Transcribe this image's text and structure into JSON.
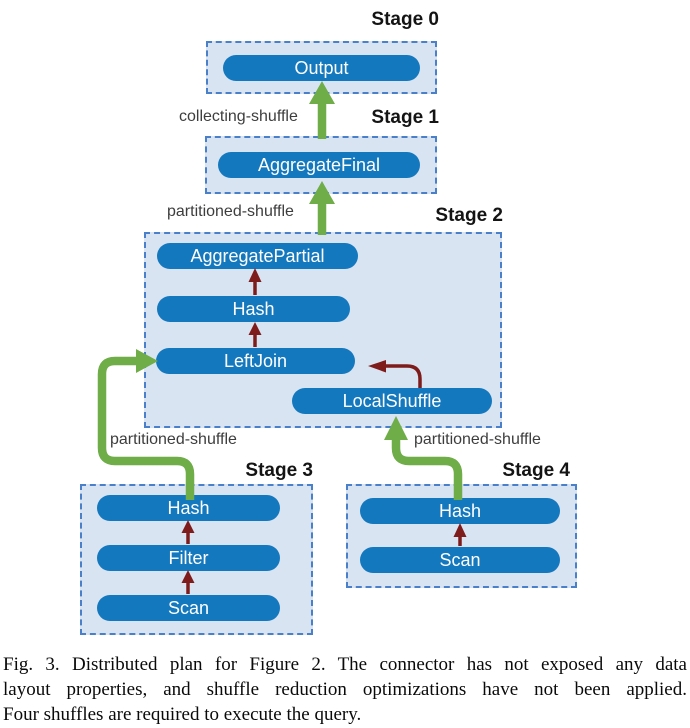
{
  "figure": {
    "stages": [
      {
        "label": "Stage 0",
        "nodes": [
          "Output"
        ]
      },
      {
        "label": "Stage 1",
        "nodes": [
          "AggregateFinal"
        ]
      },
      {
        "label": "Stage 2",
        "nodes": [
          "AggregatePartial",
          "Hash",
          "LeftJoin",
          "LocalShuffle"
        ]
      },
      {
        "label": "Stage 3",
        "nodes": [
          "Hash",
          "Filter",
          "Scan"
        ]
      },
      {
        "label": "Stage 4",
        "nodes": [
          "Hash",
          "Scan"
        ]
      }
    ],
    "shuffles": {
      "collecting": "collecting-shuffle",
      "partitioned_stage2_to_stage1": "partitioned-shuffle",
      "partitioned_stage3_to_stage2": "partitioned-shuffle",
      "partitioned_stage4_to_stage2": "partitioned-shuffle"
    },
    "edges": [
      {
        "from": "AggregateFinal (Stage 1)",
        "to": "Output (Stage 0)",
        "label": "collecting-shuffle",
        "kind": "shuffle"
      },
      {
        "from": "AggregatePartial (Stage 2)",
        "to": "AggregateFinal (Stage 1)",
        "label": "partitioned-shuffle",
        "kind": "shuffle"
      },
      {
        "from": "Hash (Stage 3)",
        "to": "LeftJoin (Stage 2)",
        "label": "partitioned-shuffle",
        "kind": "shuffle"
      },
      {
        "from": "Hash (Stage 4)",
        "to": "LocalShuffle (Stage 2)",
        "label": "partitioned-shuffle",
        "kind": "shuffle"
      },
      {
        "from": "Hash (Stage 2)",
        "to": "AggregatePartial (Stage 2)",
        "kind": "local"
      },
      {
        "from": "LeftJoin (Stage 2)",
        "to": "Hash (Stage 2)",
        "kind": "local"
      },
      {
        "from": "LocalShuffle (Stage 2)",
        "to": "LeftJoin (Stage 2)",
        "kind": "local"
      },
      {
        "from": "Filter (Stage 3)",
        "to": "Hash (Stage 3)",
        "kind": "local"
      },
      {
        "from": "Scan (Stage 3)",
        "to": "Filter (Stage 3)",
        "kind": "local"
      },
      {
        "from": "Scan (Stage 4)",
        "to": "Hash (Stage 4)",
        "kind": "local"
      }
    ],
    "colors": {
      "node_fill": "#1478be",
      "node_text": "#ffffff",
      "stage_fill": "#d9e4f3",
      "stage_border": "#4a80c9",
      "shuffle_arrow_green": "#6fad49",
      "local_arrow_maroon": "#7e1c1c",
      "stage_label_text": "#141414",
      "shuffle_label_text": "#3d3d3d"
    }
  },
  "caption": {
    "lines": [
      "Fig. 3.  Distributed plan for Figure 2. The connector has not exposed any data",
      "layout properties, and shuffle reduction optimizations have not been applied.",
      "Four shuffles are required to execute the query."
    ]
  }
}
